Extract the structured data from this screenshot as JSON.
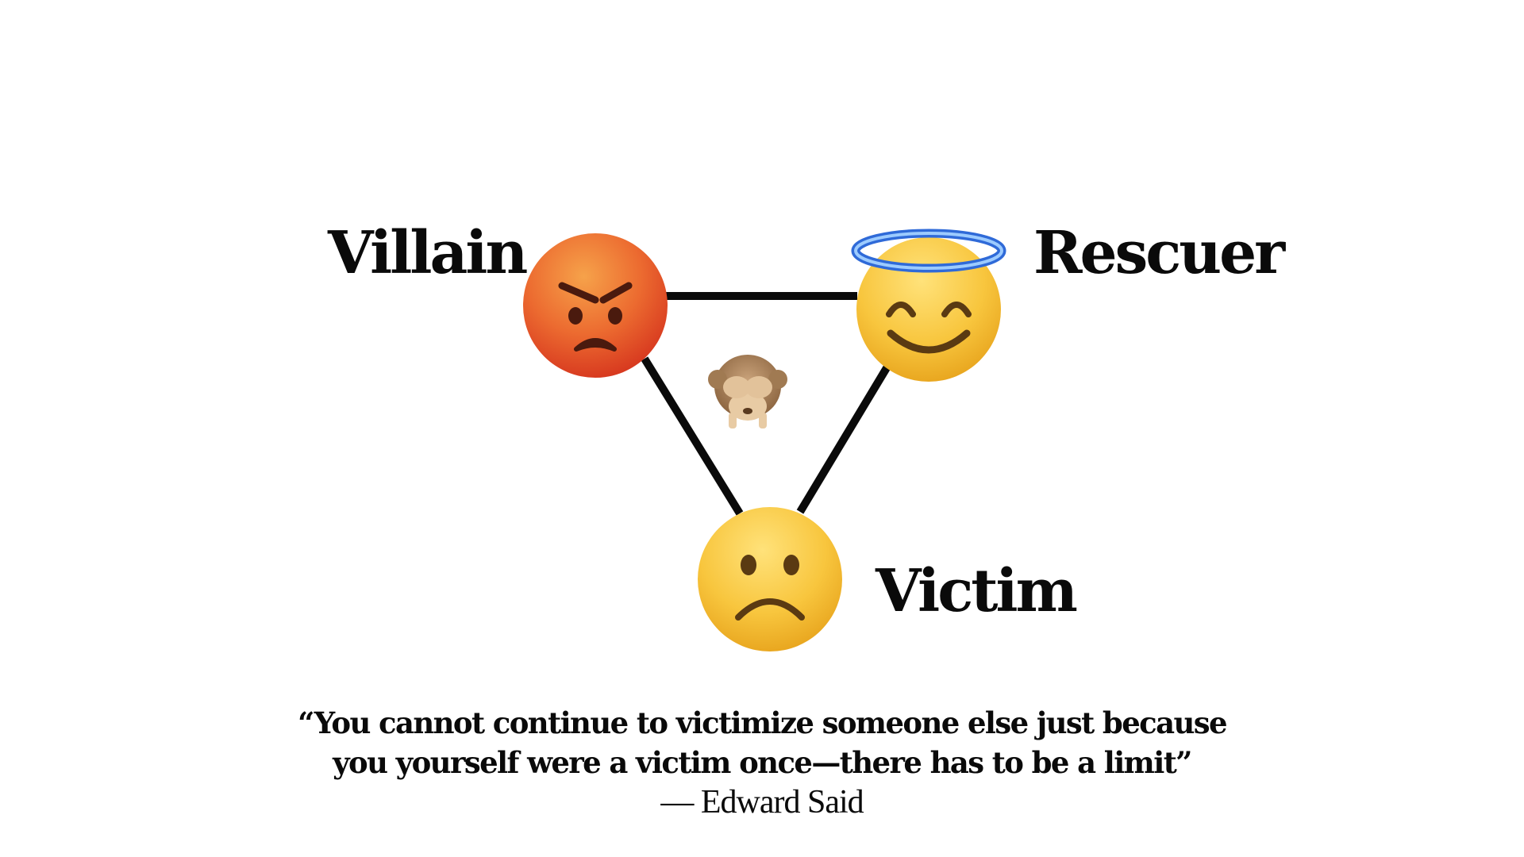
{
  "diagram": {
    "nodes": [
      {
        "id": "villain",
        "label": "Villain",
        "icon": "angry-face-icon"
      },
      {
        "id": "rescuer",
        "label": "Rescuer",
        "icon": "smiling-face-with-halo-icon"
      },
      {
        "id": "victim",
        "label": "Victim",
        "icon": "frowning-face-icon"
      }
    ],
    "center_icon": "see-no-evil-monkey-icon",
    "edges": [
      [
        "villain",
        "rescuer"
      ],
      [
        "villain",
        "victim"
      ],
      [
        "rescuer",
        "victim"
      ]
    ]
  },
  "quote": {
    "line1": "“You cannot continue to victimize someone else just because",
    "line2": "you yourself were a victim once—there has to be a limit”",
    "author": "— Edward Said"
  },
  "colors": {
    "text": "#0a0a0a",
    "edge": "#0a0a0a",
    "emoji_yellow": "#F7C03A",
    "angry_red": "#E4502A",
    "halo_blue": "#3D7BE0",
    "monkey_brown": "#A07A52"
  }
}
